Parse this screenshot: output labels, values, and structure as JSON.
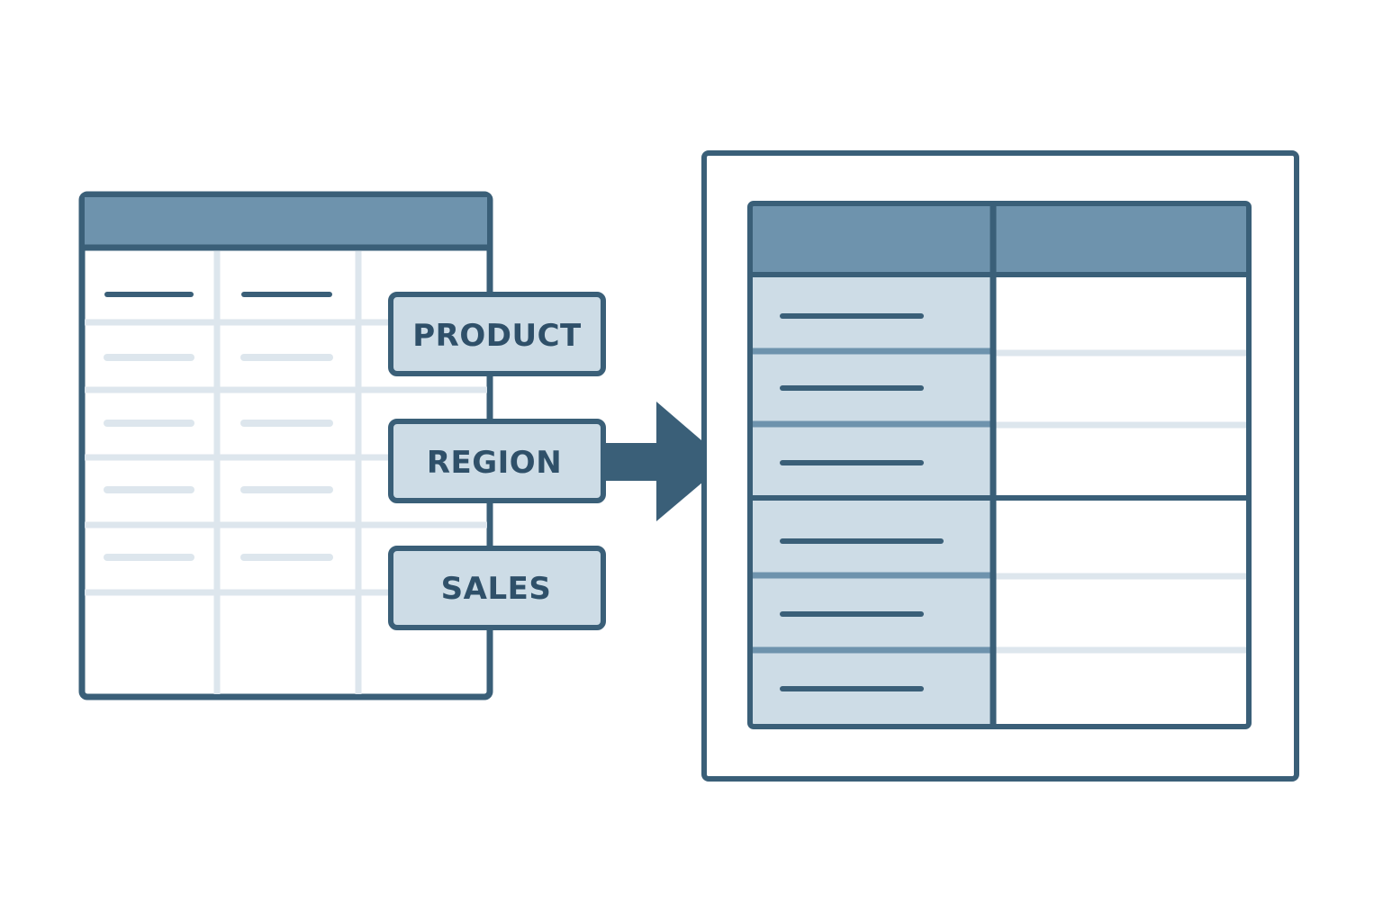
{
  "field_chips": [
    {
      "label": "PRODUCT"
    },
    {
      "label": "REGION"
    },
    {
      "label": "SALES"
    }
  ],
  "colors": {
    "outline": "#3a5f78",
    "header_fill": "#6e93ad",
    "light_fill": "#cddce6",
    "grid_light": "#dde6ed",
    "background": "#ffffff"
  },
  "icons": {
    "source_table": "flat-table-icon",
    "transform_arrow": "arrow-right-icon",
    "result_table": "pivot-table-icon"
  }
}
